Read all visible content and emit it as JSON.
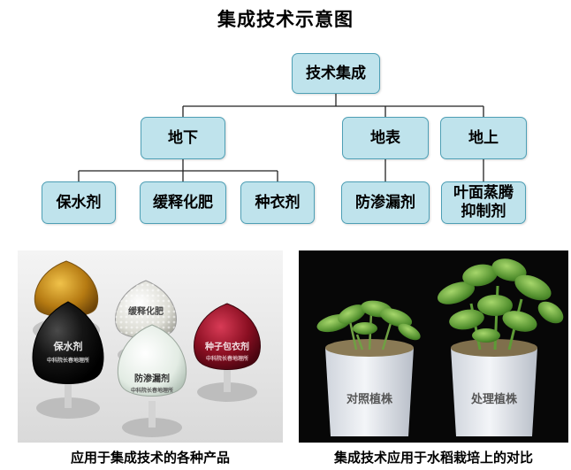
{
  "title": "集成技术示意图",
  "tree": {
    "root": "技术集成",
    "level1": [
      "地下",
      "地表",
      "地上"
    ],
    "leaves": [
      "保水剂",
      "缓释化肥",
      "种衣剂",
      "防渗漏剂",
      "叶面蒸腾抑制剂"
    ],
    "leaf_last_line1": "叶面蒸腾",
    "leaf_last_line2": "抑制剂"
  },
  "photo_left": {
    "caption": "应用于集成技术的各种产品",
    "jars": {
      "water_retainer": "保水剂",
      "fertilizer": "缓释化肥",
      "seed_coat": "种子包衣剂",
      "anti_seepage": "防渗漏剂",
      "maker": "中科院长春地理所"
    }
  },
  "photo_right": {
    "caption": "集成技术应用于水稻栽培上的对比",
    "pots": {
      "control": "对照植株",
      "treated": "处理植株"
    }
  },
  "colors": {
    "node_fill": "#bfe3ec",
    "node_border": "#4e9fb5",
    "line": "#222222"
  }
}
